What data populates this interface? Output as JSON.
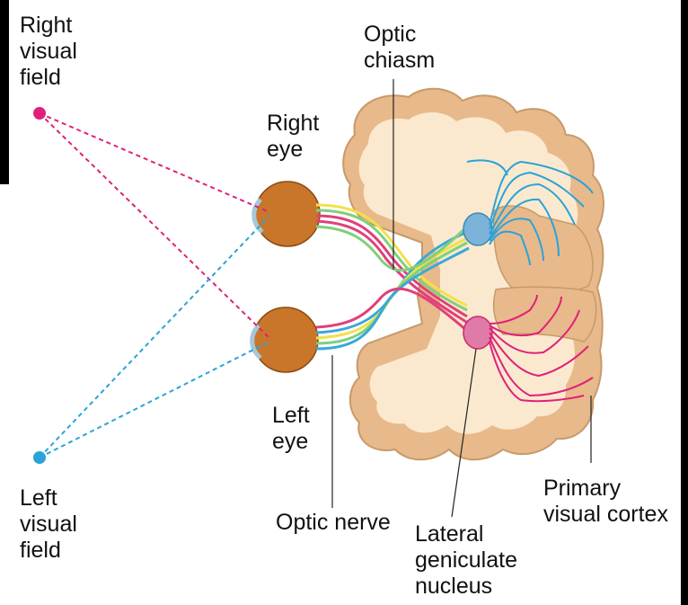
{
  "labels": {
    "right_visual_field": "Right\nvisual\nfield",
    "left_visual_field": "Left\nvisual\nfield",
    "optic_chiasm": "Optic\nchiasm",
    "right_eye": "Right\neye",
    "left_eye": "Left\neye",
    "optic_nerve": "Optic nerve",
    "lateral_geniculate_nucleus": "Lateral\ngeniculate\nnucleus",
    "primary_visual_cortex": "Primary\nvisual cortex"
  },
  "colors": {
    "right_field": "#e0207a",
    "left_field": "#2aa3d8",
    "brain_outer": "#e8b98a",
    "brain_inner": "#fbe9cf",
    "eye": "#c9762a",
    "nerve_yellow": "#f2e04a",
    "nerve_green": "#7fd07a",
    "nerve_red": "#e0407a",
    "nerve_blue": "#3aa8d8"
  }
}
